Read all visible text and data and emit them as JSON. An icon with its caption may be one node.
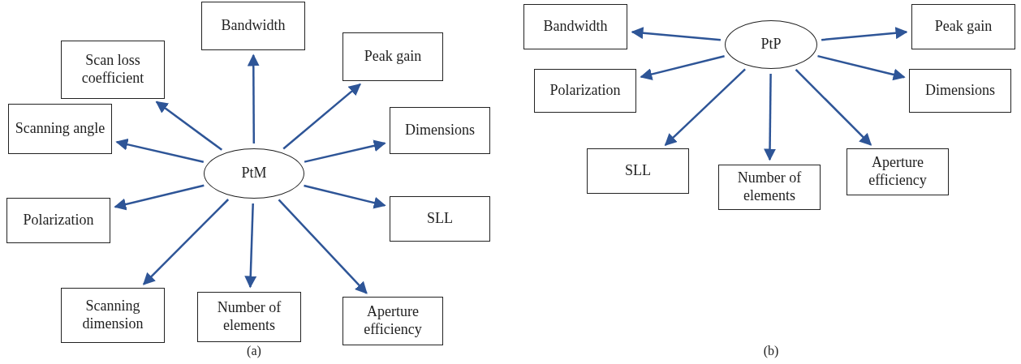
{
  "diagram": {
    "nodes": [
      {
        "text": [
          "PtM"
        ]
      },
      {
        "text": [
          "Bandwidth"
        ]
      },
      {
        "text": [
          "Scan loss coefficient"
        ]
      },
      {
        "text": [
          "Peak gain"
        ]
      },
      {
        "text": [
          "Scanning angle"
        ]
      },
      {
        "text": [
          "Dimensions"
        ]
      },
      {
        "text": [
          "Polarization"
        ]
      },
      {
        "text": [
          "SLL"
        ]
      },
      {
        "text": [
          "Scanning dimension"
        ]
      },
      {
        "text": [
          "Number of elements"
        ]
      },
      {
        "text": [
          "Aperture efficiency"
        ]
      },
      {
        "text": [
          "PtP"
        ]
      },
      {
        "text": [
          "Bandwidth"
        ]
      },
      {
        "text": [
          "Peak gain"
        ]
      },
      {
        "text": [
          "Polarization"
        ]
      },
      {
        "text": [
          "Dimensions"
        ]
      },
      {
        "text": [
          "SLL"
        ]
      },
      {
        "text": [
          "Number of elements"
        ]
      },
      {
        "text": [
          "Aperture efficiency"
        ]
      }
    ],
    "edges": [
      {
        "from": 0,
        "to": 1,
        "arrow": "to"
      },
      {
        "from": 0,
        "to": 2,
        "arrow": "to"
      },
      {
        "from": 0,
        "to": 3,
        "arrow": "to"
      },
      {
        "from": 0,
        "to": 4,
        "arrow": "to"
      },
      {
        "from": 0,
        "to": 5,
        "arrow": "to"
      },
      {
        "from": 0,
        "to": 6,
        "arrow": "to"
      },
      {
        "from": 0,
        "to": 7,
        "arrow": "to"
      },
      {
        "from": 0,
        "to": 8,
        "arrow": "to"
      },
      {
        "from": 0,
        "to": 9,
        "arrow": "to"
      },
      {
        "from": 0,
        "to": 10,
        "arrow": "to"
      },
      {
        "from": 11,
        "to": 12,
        "arrow": "to"
      },
      {
        "from": 11,
        "to": 13,
        "arrow": "to"
      },
      {
        "from": 11,
        "to": 14,
        "arrow": "to"
      },
      {
        "from": 11,
        "to": 15,
        "arrow": "to"
      },
      {
        "from": 11,
        "to": 16,
        "arrow": "to"
      },
      {
        "from": 11,
        "to": 17,
        "arrow": "to"
      },
      {
        "from": 11,
        "to": 18,
        "arrow": "to"
      }
    ],
    "labels": [
      "(a)",
      "(b)"
    ]
  }
}
